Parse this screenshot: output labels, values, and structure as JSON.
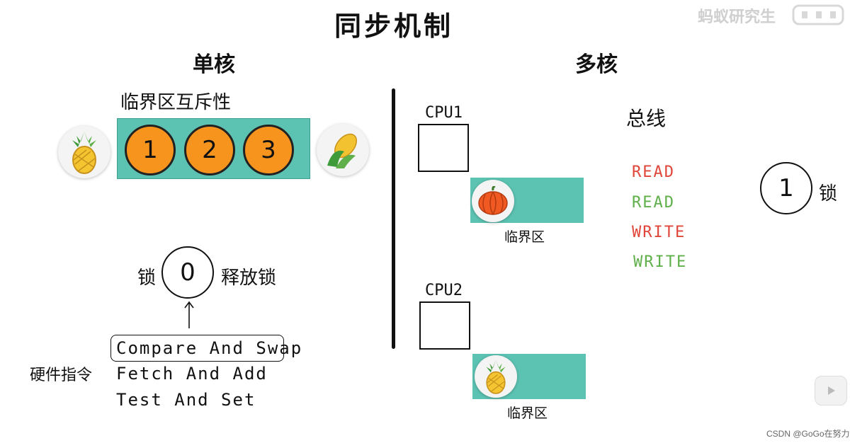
{
  "title": "同步机制",
  "watermark": "蚂蚁研究生",
  "credit": "CSDN @GoGo在努力",
  "single_core": {
    "heading": "单核",
    "critical_label": "临界区互斥性",
    "slots": [
      "1",
      "2",
      "3"
    ],
    "left_icon": "pineapple-icon",
    "right_icon": "corn-icon",
    "lock_label": "锁",
    "lock_value": "0",
    "release_label": "释放锁",
    "hw_label": "硬件指令",
    "hw_instructions": [
      "Compare And Swap",
      "Fetch And Add",
      "Test And Set"
    ]
  },
  "multi_core": {
    "heading": "多核",
    "cpu1": "CPU1",
    "cpu2": "CPU2",
    "critical1_label": "临界区",
    "critical2_label": "临界区",
    "critical1_icon": "pumpkin-icon",
    "critical2_icon": "pineapple-icon",
    "bus_heading": "总线",
    "bus_ops": [
      {
        "text": "READ",
        "color": "#e0463a"
      },
      {
        "text": "READ",
        "color": "#5fb04a"
      },
      {
        "text": "WRITE",
        "color": "#e0463a"
      },
      {
        "text": "WRITE",
        "color": "#5fb04a"
      }
    ],
    "lock_value": "1",
    "lock_label": "锁"
  },
  "colors": {
    "teal": "#5cc3b3",
    "orange": "#f7941d"
  }
}
